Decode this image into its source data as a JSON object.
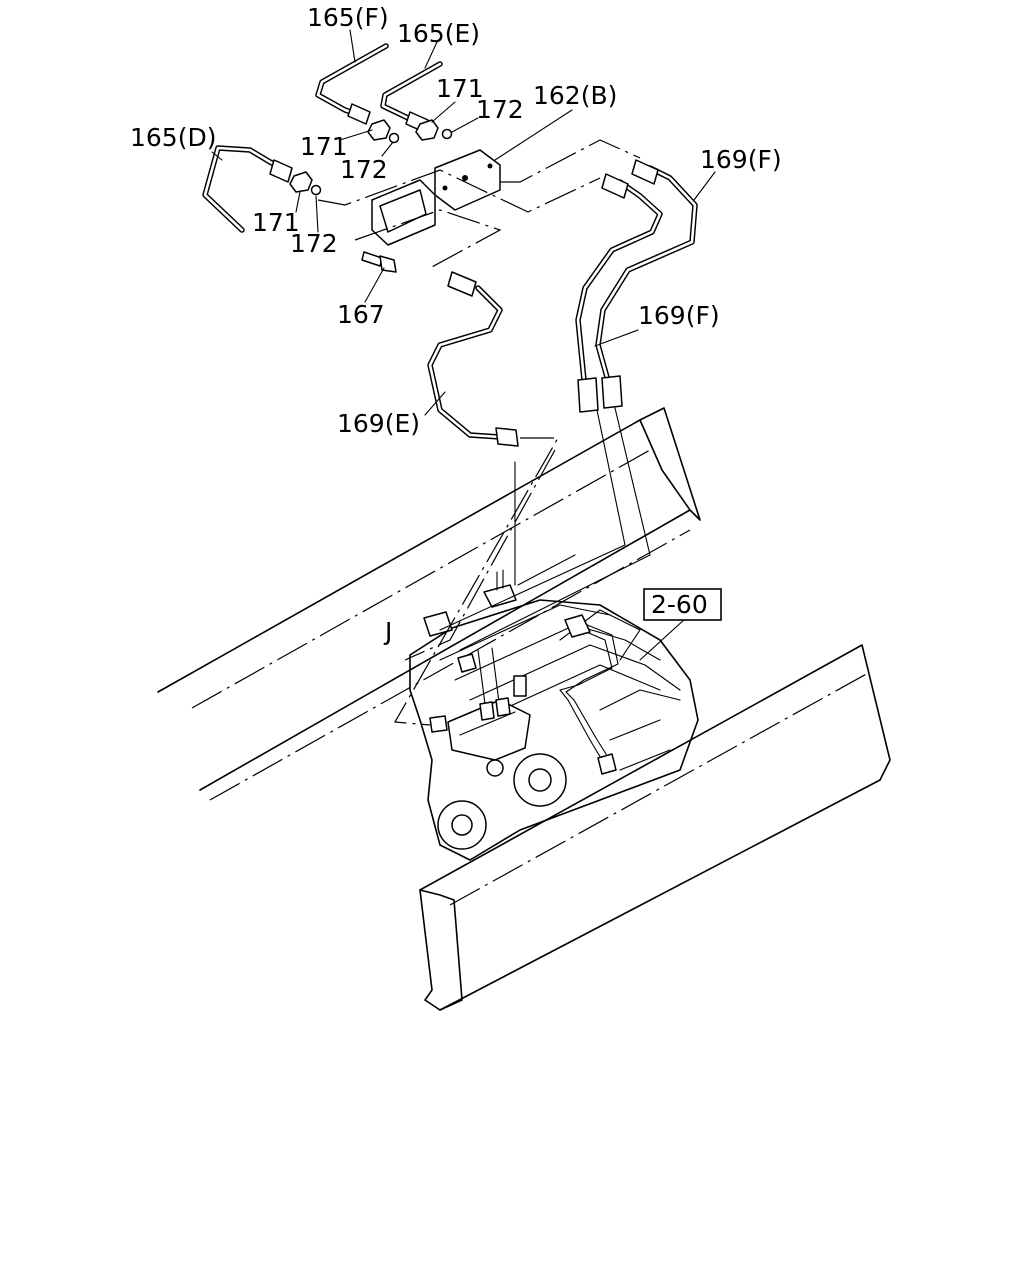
{
  "callouts": {
    "c165f": "165(F)",
    "c165e": "165(E)",
    "c165d": "165(D)",
    "c171a": "171",
    "c171b": "171",
    "c171c": "171",
    "c172a": "172",
    "c172b": "172",
    "c172c": "172",
    "c162b": "162(B)",
    "c169fa": "169(F)",
    "c169fb": "169(F)",
    "c169e": "169(E)",
    "c167": "167",
    "c260": "2-60",
    "cJ": "J"
  }
}
